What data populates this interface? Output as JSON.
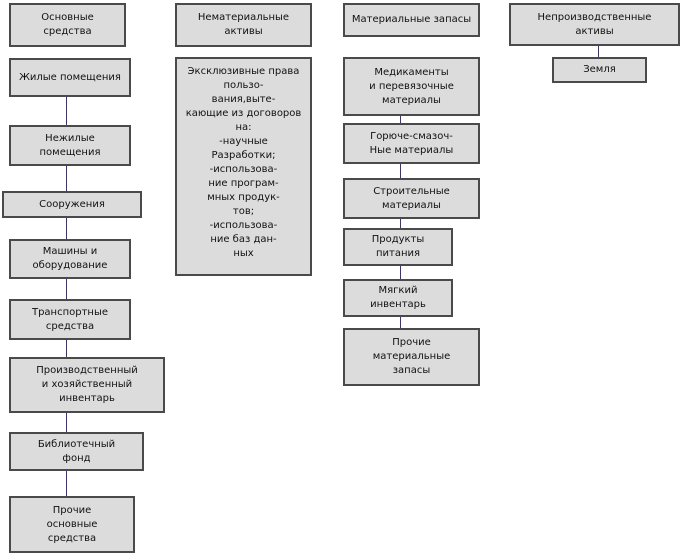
{
  "headers": {
    "fixed_assets": "Основные\nсредства",
    "intangible_assets": "Нематериальные\nактивы",
    "inventories": "Материальные запасы",
    "nonproduction_assets": "Непроизводственные\nактивы"
  },
  "fixed_assets_items": [
    "Жилые помещения",
    "Нежилые\nпомещения",
    "Сооружения",
    "Машины и\nоборудование",
    "Транспортные\nсредства",
    "Производственный\nи хозяйственный\nинвентарь",
    "Библиотечный\nфонд",
    "Прочие\nосновные\nсредства"
  ],
  "intangible_assets_items": [
    "Эксклюзивные права\nпользо-\nвания,выте-\nкающие из договоров\nна:\n-научные\nРазработки;\n-использова-\nние програм-\nмных продук-\nтов;\n-использова-\nние баз дан-\nных"
  ],
  "inventories_items": [
    "Медикаменты\nи перевязочные\nматериалы",
    "Горюче-смазоч-\nНые материалы",
    "Строительные\nматериалы",
    "Продукты\nпитания",
    "Мягкий\nинвентарь",
    "Прочие\nматериальные\nзапасы"
  ],
  "nonproduction_items": [
    "Земля"
  ],
  "colors": {
    "box_fill": "#dcdcdc",
    "box_border": "#4a4a4a",
    "connector": "#3b2f8f"
  }
}
